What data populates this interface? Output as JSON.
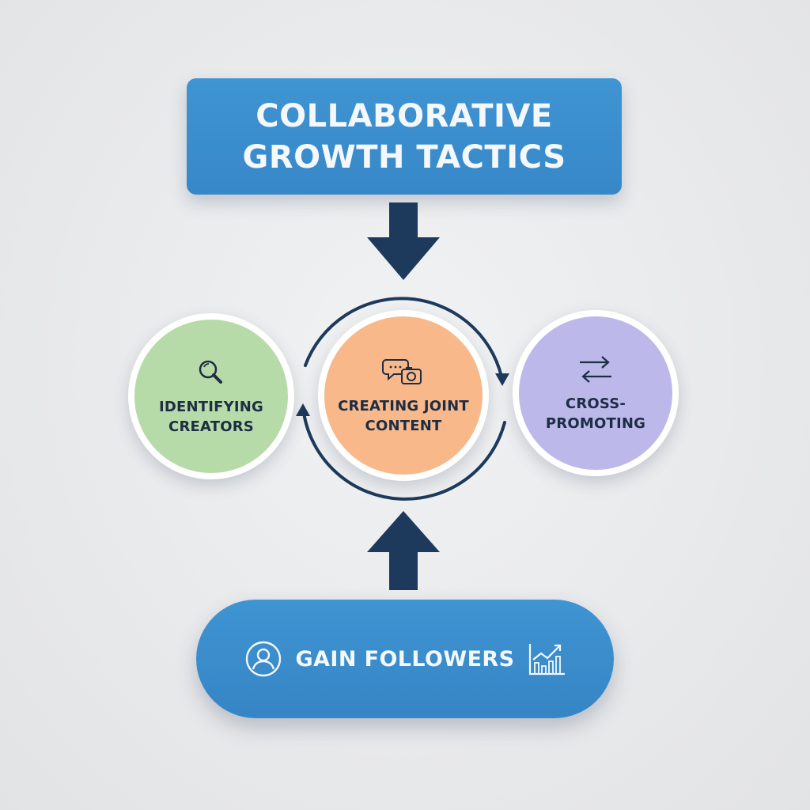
{
  "title": "COLLABORATIVE GROWTH TACTICS",
  "nodes": {
    "left": {
      "label": "IDENTIFYING CREATORS",
      "icon": "magnifier-icon",
      "color": "#b7dba8"
    },
    "center": {
      "label": "CREATING JOINT CONTENT",
      "icon": "chat-camera-icon",
      "color": "#f8b88a"
    },
    "right": {
      "label": "CROSS-PROMOTING",
      "icon": "exchange-arrows-icon",
      "color": "#bcb8ea"
    }
  },
  "result": {
    "label": "GAIN FOLLOWERS",
    "icon_left": "user-icon",
    "icon_right": "growth-chart-icon"
  },
  "colors": {
    "accent_blue": "#3b8ecf",
    "arrow_navy": "#1d3a5c",
    "background": "#e9eaec"
  }
}
